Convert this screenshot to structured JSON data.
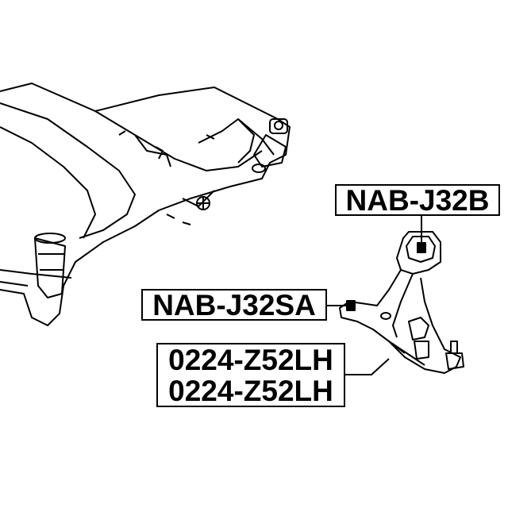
{
  "labels": {
    "upper_bushing": "NAB-J32B",
    "front_bushing": "NAB-J32SA",
    "arm_lines": [
      "0224-Z52LH",
      "0224-Z52LH"
    ]
  }
}
